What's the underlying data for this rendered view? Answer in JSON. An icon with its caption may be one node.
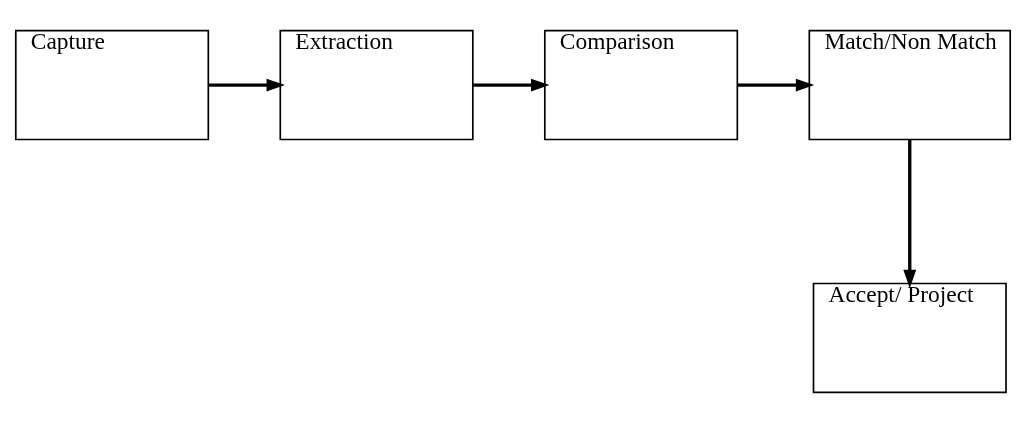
{
  "diagram": {
    "nodes": [
      {
        "text": [
          "Capture"
        ]
      },
      {
        "text": [
          "Extraction"
        ]
      },
      {
        "text": [
          "Comparison"
        ]
      },
      {
        "text": [
          "Match/Non Match"
        ]
      },
      {
        "text": [
          "Accept/ Project"
        ]
      }
    ],
    "edges": [
      {
        "from": 0,
        "to": 1,
        "arrow": "to"
      },
      {
        "from": 1,
        "to": 2,
        "arrow": "to"
      },
      {
        "from": 2,
        "to": 3,
        "arrow": "to"
      },
      {
        "from": 3,
        "to": 4,
        "arrow": "to"
      }
    ]
  }
}
